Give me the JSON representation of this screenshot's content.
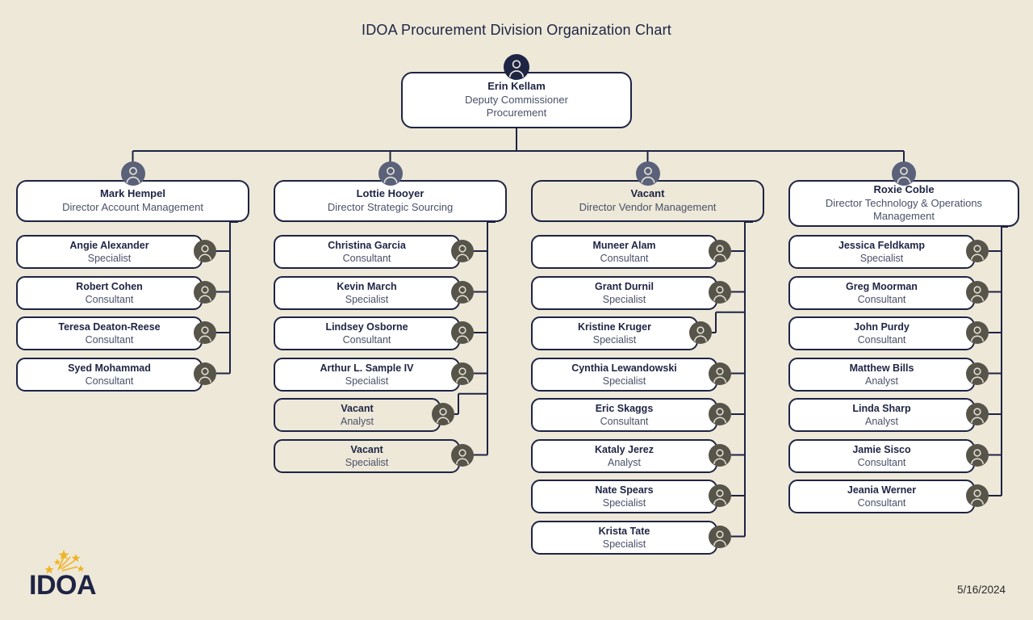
{
  "title": "IDOA Procurement Division Organization Chart",
  "footer": {
    "date": "5/16/2024",
    "logo_text": "IDOA"
  },
  "colors": {
    "background": "#EDE8D8",
    "card_fill": "#FFFFFF",
    "border": "#1E2444",
    "name_text": "#1E2444",
    "title_text": "#4A5068",
    "root_avatar": "#1E2444",
    "director_avatar": "#5A6179",
    "leaf_avatar": "#57544A",
    "logo_star": "#F0B323"
  },
  "org": {
    "root": {
      "name": "Erin Kellam",
      "title_line1": "Deputy Commissioner",
      "title_line2": "Procurement",
      "vacant": false
    },
    "branches": [
      {
        "director": {
          "name": "Mark Hempel",
          "title_line1": "Director Account Management",
          "title_line2": "",
          "vacant": false
        },
        "reports": [
          {
            "name": "Angie Alexander",
            "title": "Specialist",
            "vacant": false
          },
          {
            "name": "Robert Cohen",
            "title": "Consultant",
            "vacant": false
          },
          {
            "name": "Teresa Deaton-Reese",
            "title": "Consultant",
            "vacant": false
          },
          {
            "name": "Syed Mohammad",
            "title": "Consultant",
            "vacant": false
          }
        ]
      },
      {
        "director": {
          "name": "Lottie Hooyer",
          "title_line1": "Director Strategic Sourcing",
          "title_line2": "",
          "vacant": false
        },
        "reports": [
          {
            "name": "Christina Garcia",
            "title": "Consultant",
            "vacant": false
          },
          {
            "name": "Kevin March",
            "title": "Specialist",
            "vacant": false
          },
          {
            "name": "Lindsey Osborne",
            "title": "Consultant",
            "vacant": false
          },
          {
            "name": "Arthur L. Sample IV",
            "title": "Specialist",
            "vacant": false
          },
          {
            "name": "Vacant",
            "title": "Analyst",
            "vacant": true
          },
          {
            "name": "Vacant",
            "title": "Specialist",
            "vacant": true
          }
        ]
      },
      {
        "director": {
          "name": "Vacant",
          "title_line1": "Director Vendor Management",
          "title_line2": "",
          "vacant": true
        },
        "reports": [
          {
            "name": "Muneer Alam",
            "title": "Consultant",
            "vacant": false
          },
          {
            "name": "Grant Durnil",
            "title": "Specialist",
            "vacant": false
          },
          {
            "name": "Kristine Kruger",
            "title": "Specialist",
            "vacant": false
          },
          {
            "name": "Cynthia Lewandowski",
            "title": "Specialist",
            "vacant": false
          },
          {
            "name": "Eric Skaggs",
            "title": "Consultant",
            "vacant": false
          },
          {
            "name": "Kataly Jerez",
            "title": "Analyst",
            "vacant": false
          },
          {
            "name": "Nate Spears",
            "title": "Specialist",
            "vacant": false
          },
          {
            "name": "Krista Tate",
            "title": "Specialist",
            "vacant": false
          }
        ]
      },
      {
        "director": {
          "name": "Roxie Coble",
          "title_line1": "Director Technology & Operations",
          "title_line2": "Management",
          "vacant": false
        },
        "reports": [
          {
            "name": "Jessica Feldkamp",
            "title": "Specialist",
            "vacant": false
          },
          {
            "name": "Greg Moorman",
            "title": "Consultant",
            "vacant": false
          },
          {
            "name": "John Purdy",
            "title": "Consultant",
            "vacant": false
          },
          {
            "name": "Matthew Bills",
            "title": "Analyst",
            "vacant": false
          },
          {
            "name": "Linda Sharp",
            "title": "Analyst",
            "vacant": false
          },
          {
            "name": "Jamie Sisco",
            "title": "Consultant",
            "vacant": false
          },
          {
            "name": "Jeania Werner",
            "title": "Consultant",
            "vacant": false
          }
        ]
      }
    ]
  }
}
